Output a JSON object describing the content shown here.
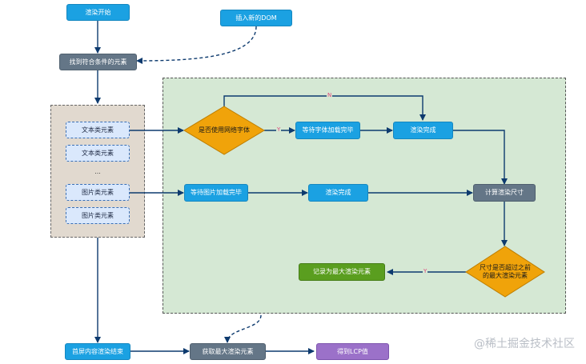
{
  "nodes": {
    "render_start": "渲染开始",
    "insert_dom": "插入新的DOM",
    "find_elements": "找到符合条件的元素",
    "text_element_1": "文本类元素",
    "text_element_2": "文本类元素",
    "ellipsis": "...",
    "image_element_1": "图片类元素",
    "image_element_2": "图片类元素",
    "use_web_font": "是否使用网络字体",
    "wait_font_loaded": "等待字体加载完毕",
    "render_done_font": "渲染完成",
    "wait_image_loaded": "等待图片加载完毕",
    "render_done_image": "渲染完成",
    "calc_render_size": "计算渲染尺寸",
    "size_exceeds_line1": "尺寸是否超过之前",
    "size_exceeds_line2": "的最大渲染元素",
    "record_max": "记录为最大渲染元素",
    "first_screen_done": "首屏内容渲染结束",
    "get_max": "获取最大渲染元素",
    "get_lcp": "得到LCP值"
  },
  "edge_labels": {
    "no_webfont": "N",
    "yes_webfont": "Y",
    "yes_exceeds": "Y"
  },
  "watermark": "@稀土掘金技术社区",
  "colors": {
    "blue": "#1ba1e2",
    "gray": "#647687",
    "green": "#5a9e1f",
    "purple": "#9b71c9",
    "diamond": "#f0a30a",
    "connector": "#0d3a6e",
    "panel_left": "#e1d9cf",
    "panel_right": "#d5e8d4"
  }
}
